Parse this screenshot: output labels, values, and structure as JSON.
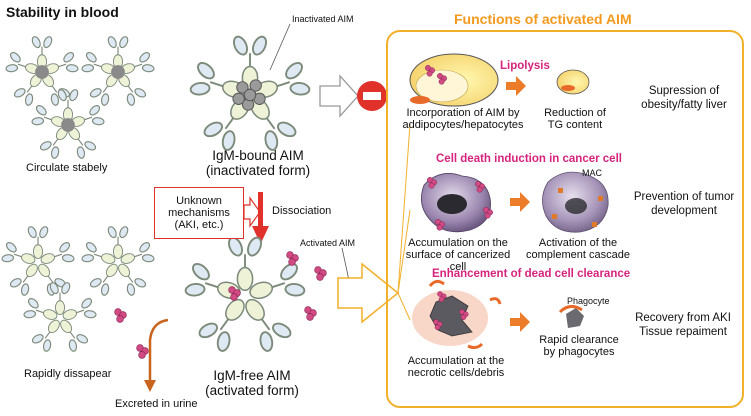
{
  "left": {
    "title": "Stability in blood",
    "circulate": "Circulate stabely",
    "disappear": "Rapidly dissapear",
    "excreted": "Excreted in urine"
  },
  "middle": {
    "inactivated_label": "Inactivated AIM",
    "igm_bound_line1": "IgM-bound AIM",
    "igm_bound_line2": "(inactivated form)",
    "mechanisms_line1": "Unknown",
    "mechanisms_line2": "mechanisms",
    "mechanisms_line3": "(AKI, etc.)",
    "dissociation": "Dissociation",
    "activated_label": "Activated AIM",
    "igm_free_line1": "IgM-free AIM",
    "igm_free_line2": "(activated form)"
  },
  "functions": {
    "title": "Functions of activated AIM",
    "lipolysis": {
      "heading": "Lipolysis",
      "incorp_line1": "Incorporation of AIM by",
      "incorp_line2": "addipocytes/hepatocytes",
      "reduction_line1": "Reduction of",
      "reduction_line2": "TG content",
      "outcome_line1": "Supression of",
      "outcome_line2": "obesity/fatty liver"
    },
    "cancer": {
      "heading": "Cell death induction in cancer cell",
      "accum_line1": "Accumulation on the",
      "accum_line2": "surface of cancerized cell",
      "activation_line1": "Activation of the",
      "activation_line2": "complement cascade",
      "mac": "MAC",
      "outcome_line1": "Prevention of tumor",
      "outcome_line2": "development"
    },
    "clearance": {
      "heading": "Enhancement of dead cell clearance",
      "phagocyte": "Phagocyte",
      "accum_line1": "Accumulation at the",
      "accum_line2": "necrotic cells/debris",
      "rapid_line1": "Rapid clearance",
      "rapid_line2": "by phagocytes",
      "outcome_line1": "Recovery from AKI",
      "outcome_line2": "Tissue repaiment"
    }
  },
  "colors": {
    "accent_orange": "#f39a1e",
    "panel_border": "#f3b02a",
    "heading_pink": "#d6247e",
    "arrow_red": "#e0322a",
    "aim_pink": "#d04a84",
    "urine_arrow": "#c8641e"
  },
  "icons": [
    "no-entry-icon",
    "igm-pentamer-icon",
    "aim-molecule-icon",
    "adipocyte-icon",
    "cancer-cell-icon",
    "phagocyte-icon"
  ]
}
